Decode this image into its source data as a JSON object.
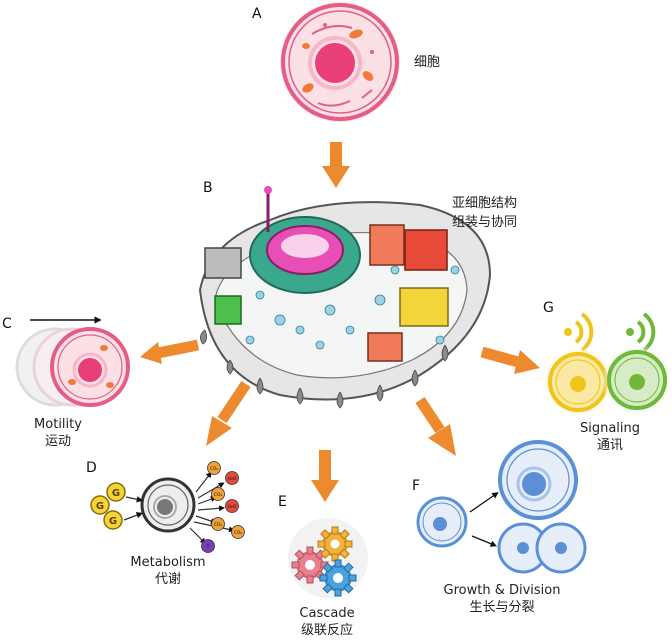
{
  "panels": {
    "A": {
      "letter": "A",
      "label": "细胞"
    },
    "B": {
      "letter": "B",
      "label_line1": "亚细胞结构",
      "label_line2": "组装与协同"
    },
    "C": {
      "letter": "C",
      "label_en": "Motility",
      "label_zh": "运动"
    },
    "D": {
      "letter": "D",
      "label_en": "Metabolism",
      "label_zh": "代谢",
      "inputs": [
        "G",
        "G",
        "G"
      ],
      "outputs": [
        "CO₂",
        "H₂O",
        "CO₂",
        "H₂O",
        "CO₂",
        "CO₂",
        "?"
      ]
    },
    "E": {
      "letter": "E",
      "label_en": "Cascade",
      "label_zh": "级联反应"
    },
    "F": {
      "letter": "F",
      "label_en": "Growth & Division",
      "label_zh": "生长与分裂"
    },
    "G": {
      "letter": "G",
      "label_en": "Signaling",
      "label_zh": "通讯"
    }
  },
  "colors": {
    "arrow": "#ee8a2e",
    "cellA": "#e35d86",
    "motility": "#e35d86",
    "metabolism": "#6b6b6b",
    "signal_yellow": "#f0c419",
    "signal_green": "#6fb83a",
    "growth_blue": "#5b8fd6",
    "gear_pink": "#e8808e",
    "gear_orange": "#f4b23a",
    "gear_blue": "#4aa3e0"
  }
}
